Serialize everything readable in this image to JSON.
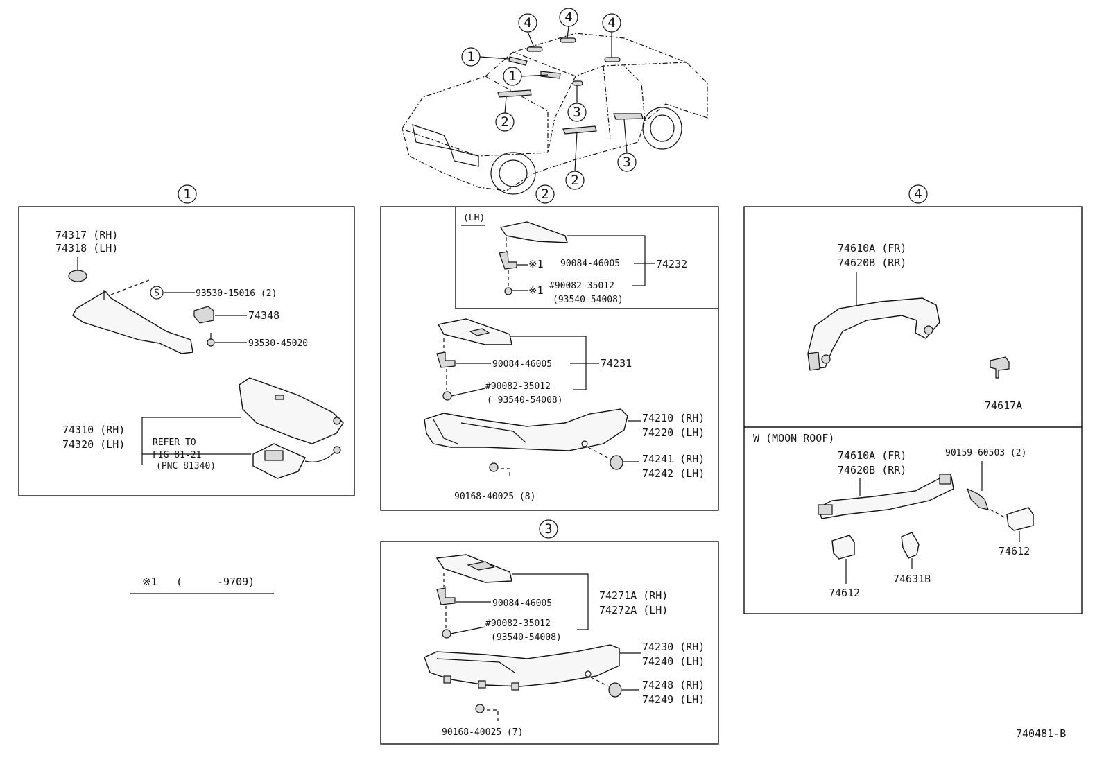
{
  "drawing_id": "740481-B",
  "footnote": {
    "mark": "※1",
    "paren_open": "(",
    "range": "-9709)"
  },
  "callouts": [
    "1",
    "2",
    "3",
    "4"
  ],
  "overview": {
    "numbers": [
      "4",
      "4",
      "4",
      "1",
      "1",
      "3",
      "2",
      "2",
      "3"
    ]
  },
  "section1": {
    "title": "1",
    "labels": {
      "p74317": "74317 (RH)",
      "p74318": "74318 (LH)",
      "s_mark": "S",
      "p93530_15016": "93530-15016 (2)",
      "p74348": "74348",
      "p93530_45020": "93530-45020",
      "p74310": "74310 (RH)",
      "p74320": "74320 (LH)",
      "refer_to": "REFER TO",
      "fig": "FIG 81-21",
      "pnc": "(PNC 81340)"
    }
  },
  "section2": {
    "title": "2",
    "labels": {
      "lh": "(LH)",
      "note1": "※1",
      "a_90084": "90084-46005",
      "a_74232": "74232",
      "note1b": "※1",
      "a_90082": "#90082-35012",
      "a_93540": "(93540-54008)",
      "b_90084": "90084-46005",
      "b_74231": "74231",
      "b_90082": "#90082-35012",
      "b_93540": "( 93540-54008)",
      "p74210": "74210 (RH)",
      "p74220": "74220 (LH)",
      "p74241": "74241 (RH)",
      "p74242": "74242 (LH)",
      "p90168": "90168-40025 (8)"
    }
  },
  "section3": {
    "title": "3",
    "labels": {
      "a_90084": "90084-46005",
      "p74271a": "74271A (RH)",
      "p74272a": "74272A (LH)",
      "a_90082": "#90082-35012",
      "a_93540": "(93540-54008)",
      "p74230": "74230 (RH)",
      "p74240": "74240 (LH)",
      "p74248": "74248 (RH)",
      "p74249": "74249 (LH)",
      "p90168": "90168-40025 (7)"
    }
  },
  "section4": {
    "title": "4",
    "labels": {
      "p74610a": "74610A (FR)",
      "p74620b": "74620B (RR)",
      "p74617a": "74617A",
      "moon_roof": "W (MOON ROOF)",
      "m_74610a": "74610A (FR)",
      "m_74620b": "74620B (RR)",
      "p90159": "90159-60503 (2)",
      "p74612a": "74612",
      "p74631b": "74631B",
      "p74612b": "74612"
    }
  }
}
